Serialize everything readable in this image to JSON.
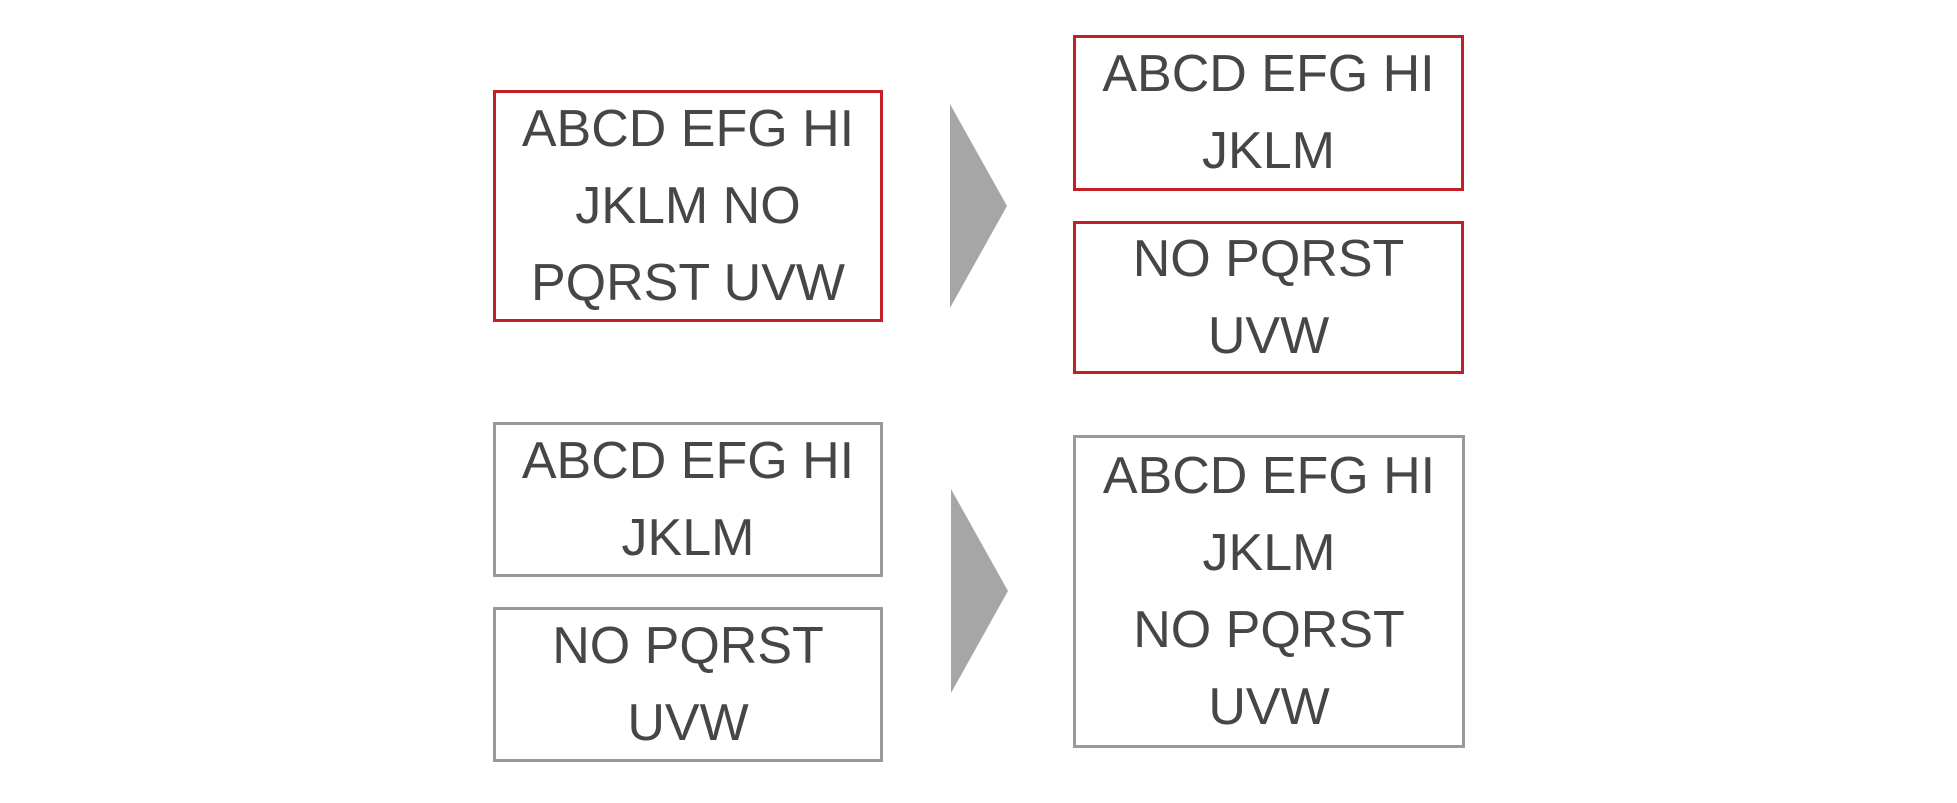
{
  "colors": {
    "red_border": "#C22026",
    "gray_border": "#9A9A9A",
    "arrow": "#A6A6A6",
    "text": "#464646",
    "background": "#FFFFFF"
  },
  "icons": {
    "arrow": "right-triangle-arrow"
  },
  "split_example": {
    "source": {
      "text": "ABCD EFG HI\nJKLM NO\nPQRST UVW"
    },
    "results": [
      {
        "text": "ABCD EFG HI\nJKLM"
      },
      {
        "text": "NO PQRST\nUVW"
      }
    ]
  },
  "merge_example": {
    "sources": [
      {
        "text": "ABCD EFG HI\nJKLM"
      },
      {
        "text": "NO PQRST\nUVW"
      }
    ],
    "result": {
      "text": "ABCD EFG HI\nJKLM\nNO PQRST\nUVW"
    }
  }
}
